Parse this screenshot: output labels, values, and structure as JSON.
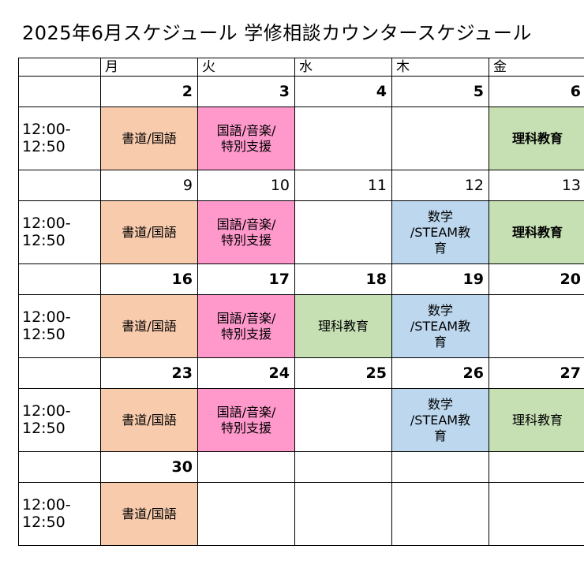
{
  "title": "2025年6月スケジュール  学修相談カウンタースケジュール",
  "days": [
    "月",
    "火",
    "水",
    "木",
    "金"
  ],
  "colors": {
    "orange": "#f8cbad",
    "pink": "#ff99cc",
    "green": "#c6e0b4",
    "blue": "#bdd7ee"
  },
  "weeks": [
    {
      "dates": [
        "2",
        "3",
        "4",
        "5",
        "6"
      ],
      "bold_dates": true,
      "time": "12:00-\n12:50",
      "events": [
        {
          "text": "書道/国語",
          "color": "orange",
          "bold": false
        },
        {
          "text": "国語/音楽/\n特別支援",
          "color": "pink",
          "bold": false
        },
        {
          "text": "",
          "color": "",
          "bold": false
        },
        {
          "text": "",
          "color": "",
          "bold": false
        },
        {
          "text": "理科教育",
          "color": "green",
          "bold": true
        }
      ]
    },
    {
      "dates": [
        "9",
        "10",
        "11",
        "12",
        "13"
      ],
      "bold_dates": false,
      "time": "12:00-\n12:50",
      "events": [
        {
          "text": "書道/国語",
          "color": "orange",
          "bold": false
        },
        {
          "text": "国語/音楽/\n特別支援",
          "color": "pink",
          "bold": false
        },
        {
          "text": "",
          "color": "",
          "bold": false
        },
        {
          "text": "数学\n/STEAM教\n育",
          "color": "blue",
          "bold": false
        },
        {
          "text": "理科教育",
          "color": "green",
          "bold": true
        }
      ]
    },
    {
      "dates": [
        "16",
        "17",
        "18",
        "19",
        "20"
      ],
      "bold_dates": true,
      "time": "12:00-\n12:50",
      "events": [
        {
          "text": "書道/国語",
          "color": "orange",
          "bold": false
        },
        {
          "text": "国語/音楽/\n特別支援",
          "color": "pink",
          "bold": false
        },
        {
          "text": "理科教育",
          "color": "green",
          "bold": false
        },
        {
          "text": "数学\n/STEAM教\n育",
          "color": "blue",
          "bold": false
        },
        {
          "text": "",
          "color": "",
          "bold": false
        }
      ]
    },
    {
      "dates": [
        "23",
        "24",
        "25",
        "26",
        "27"
      ],
      "bold_dates": true,
      "time": "12:00-\n12:50",
      "events": [
        {
          "text": "書道/国語",
          "color": "orange",
          "bold": false
        },
        {
          "text": "国語/音楽/\n特別支援",
          "color": "pink",
          "bold": false
        },
        {
          "text": "",
          "color": "",
          "bold": false
        },
        {
          "text": "数学\n/STEAM教\n育",
          "color": "blue",
          "bold": false
        },
        {
          "text": "理科教育",
          "color": "green",
          "bold": false
        }
      ]
    },
    {
      "dates": [
        "30",
        "",
        "",
        "",
        ""
      ],
      "bold_dates": true,
      "time": "12:00-\n12:50",
      "events": [
        {
          "text": "書道/国語",
          "color": "orange",
          "bold": false
        },
        {
          "text": "",
          "color": "",
          "bold": false
        },
        {
          "text": "",
          "color": "",
          "bold": false
        },
        {
          "text": "",
          "color": "",
          "bold": false
        },
        {
          "text": "",
          "color": "",
          "bold": false
        }
      ]
    }
  ]
}
